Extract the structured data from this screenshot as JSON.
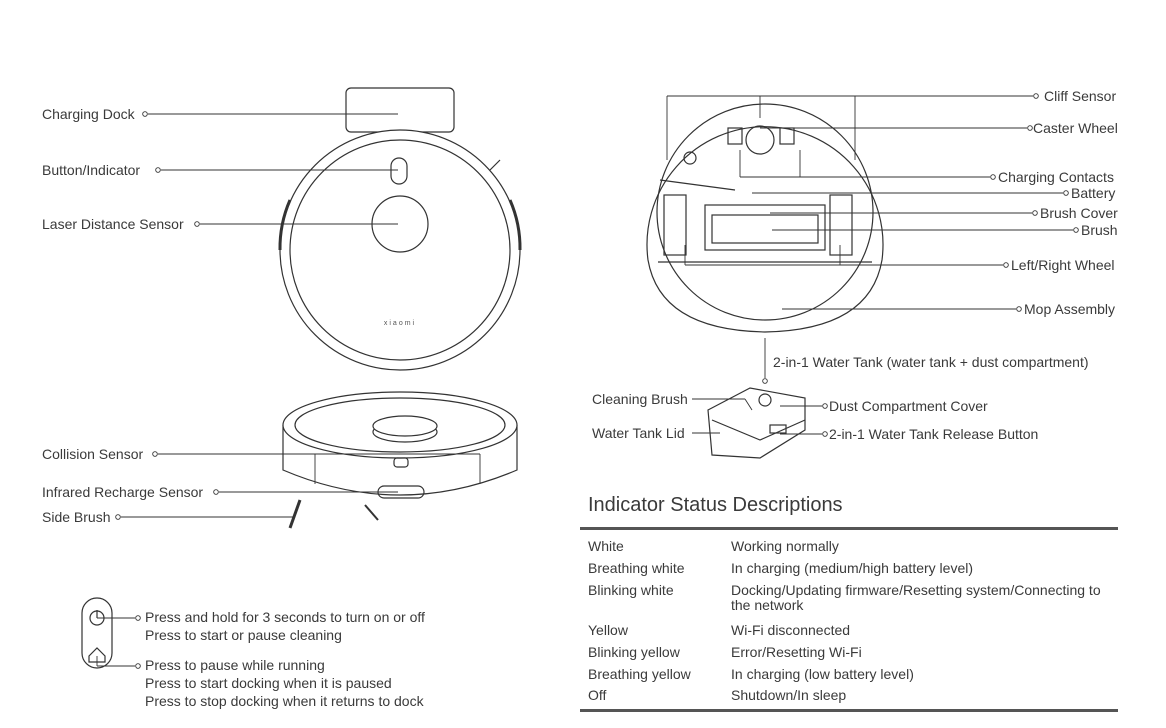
{
  "top_view": {
    "labels": [
      "Charging Dock",
      "Button/Indicator",
      "Laser Distance Sensor"
    ],
    "logo": "xiaomi"
  },
  "side_view": {
    "labels": [
      "Collision Sensor",
      "Infrared Recharge Sensor",
      "Side Brush"
    ]
  },
  "bottom_view": {
    "labels": [
      "Cliff Sensor",
      "Caster Wheel",
      "Charging Contacts",
      "Battery",
      "Brush Cover",
      "Brush",
      "Left/Right Wheel",
      "Mop Assembly"
    ],
    "tank_label": "2-in-1 Water Tank (water tank + dust compartment)"
  },
  "tank_view": {
    "left_labels": [
      "Cleaning Brush",
      "Water Tank Lid"
    ],
    "right_labels": [
      "Dust Compartment Cover",
      "2-in-1 Water Tank Release Button"
    ]
  },
  "buttons": {
    "power": [
      "Press and hold for 3 seconds to turn on or off",
      "Press to start or pause cleaning"
    ],
    "home": [
      "Press to pause while running",
      "Press to start docking when it is paused",
      "Press to stop docking when it returns to dock"
    ]
  },
  "indicator": {
    "title": "Indicator Status Descriptions",
    "rows": [
      {
        "status": "White",
        "meaning": "Working normally"
      },
      {
        "status": "Breathing white",
        "meaning": "In charging (medium/high battery level)"
      },
      {
        "status": "Blinking white",
        "meaning": "Docking/Updating firmware/Resetting system/Connecting to the network"
      },
      {
        "status": "Yellow",
        "meaning": "Wi-Fi disconnected"
      },
      {
        "status": "Blinking yellow",
        "meaning": "Error/Resetting Wi-Fi"
      },
      {
        "status": "Breathing yellow",
        "meaning": "In charging (low battery level)"
      },
      {
        "status": "Off",
        "meaning": "Shutdown/In sleep"
      }
    ]
  }
}
